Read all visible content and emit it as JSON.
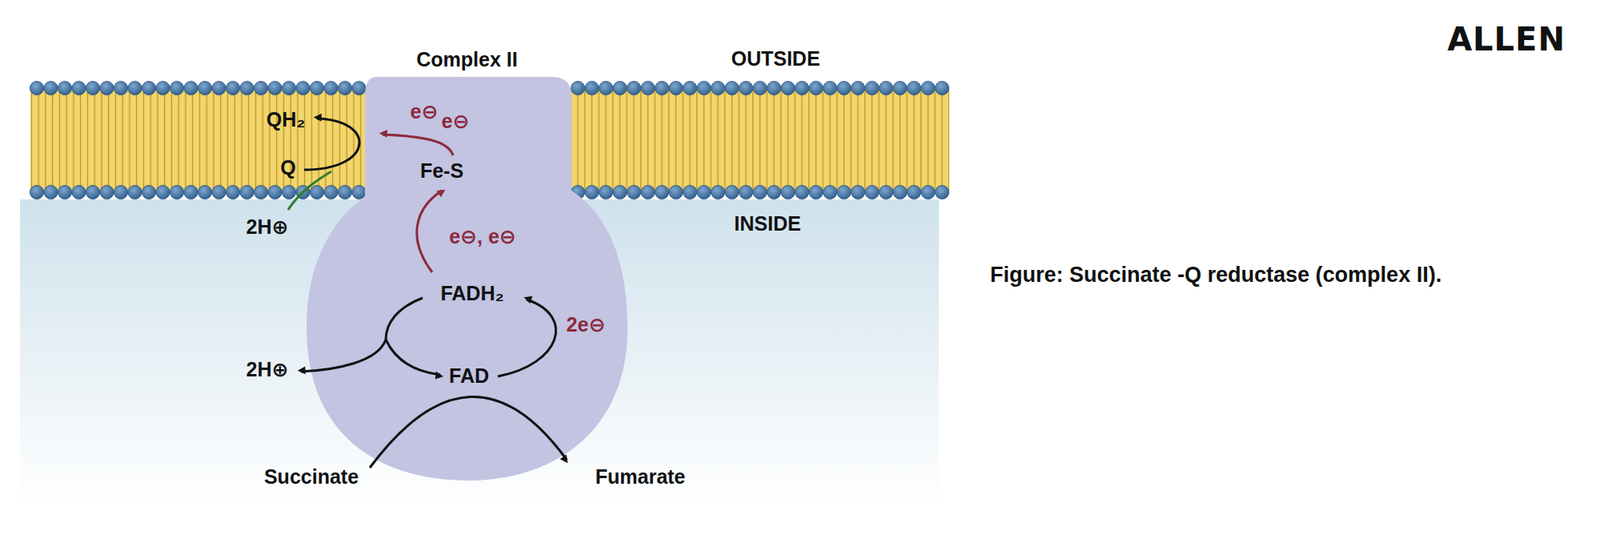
{
  "diagram": {
    "caption": "Figure: Succinate -Q reductase (complex II).",
    "nodes": [
      {
        "text": [
          "Complex II"
        ]
      }
    ],
    "labels": [
      "ALLEN",
      "OUTSIDE",
      "QH₂",
      "e⊖",
      "e⊖",
      "Fe-S",
      "Q",
      "2H⊕",
      "INSIDE",
      "e⊖, e⊖",
      "FADH₂",
      "2e⊖",
      "2H⊕",
      "FAD",
      "Succinate",
      "Fumarate"
    ]
  }
}
